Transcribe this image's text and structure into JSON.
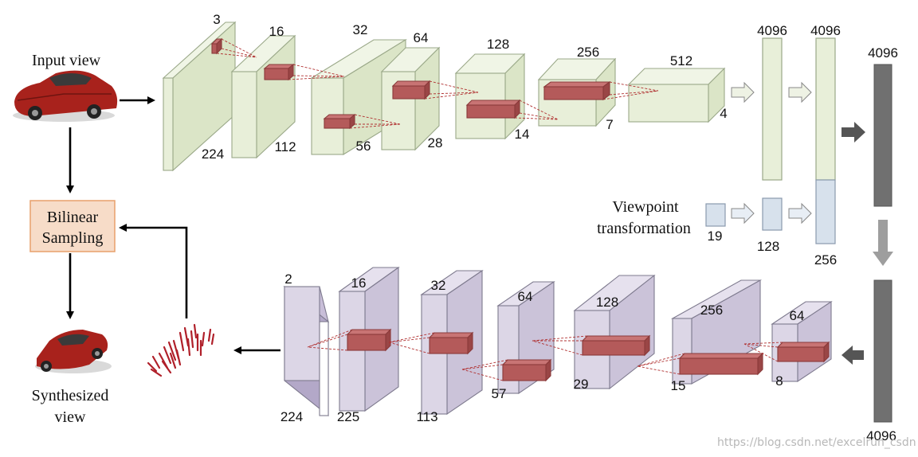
{
  "labels": {
    "input_view": "Input view",
    "bilinear_line1": "Bilinear",
    "bilinear_line2": "Sampling",
    "synth_line1": "Synthesized",
    "synth_line2": "view",
    "viewpoint_line1": "Viewpoint",
    "viewpoint_line2": "transformation",
    "watermark": "https://blog.csdn.net/excelrun_csdn"
  },
  "encoder": {
    "channels": [
      "3",
      "16",
      "32",
      "64",
      "128",
      "256",
      "512"
    ],
    "sizes": [
      "224",
      "112",
      "56",
      "28",
      "14",
      "7",
      "4"
    ]
  },
  "fc": {
    "fc1": "4096",
    "fc2": "4096",
    "fc_dark": "4096",
    "fc_dark_bottom": "4096",
    "viewpoint_in": "19",
    "viewpoint_fc": "128",
    "concat": "256"
  },
  "decoder": {
    "channels": [
      "2",
      "16",
      "32",
      "64",
      "128",
      "256",
      "64"
    ],
    "sizes": [
      "224",
      "225",
      "113",
      "57",
      "29",
      "15",
      "8"
    ]
  },
  "colors": {
    "encoder_front": "#e8efd9",
    "encoder_side": "#dbe5c7",
    "encoder_edge": "#9aa888",
    "decoder_front": "#dcd6e6",
    "decoder_side": "#cbc3d9",
    "decoder_edge": "#7e7a8e",
    "kernel": "#b45a5a",
    "fc_dark": "#707070",
    "viewpoint_box": "#d7e1ec",
    "bilinear_box": "#f7dcc8",
    "car": "#a8221c"
  }
}
